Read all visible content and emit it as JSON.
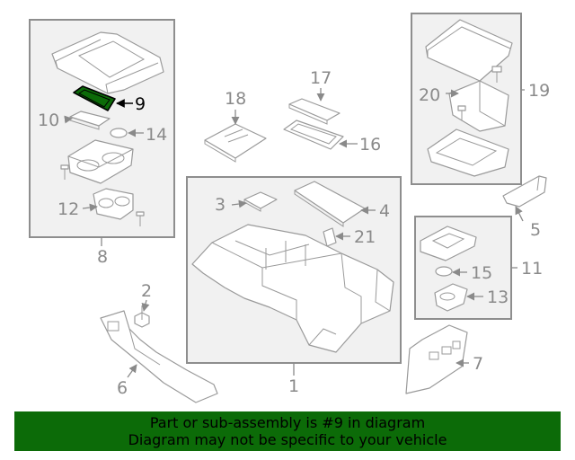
{
  "callouts": {
    "c1": "1",
    "c2": "2",
    "c3": "3",
    "c4": "4",
    "c5": "5",
    "c6": "6",
    "c7": "7",
    "c8": "8",
    "c9": "9",
    "c10": "10",
    "c11": "11",
    "c12": "12",
    "c13": "13",
    "c14": "14",
    "c15": "15",
    "c16": "16",
    "c17": "17",
    "c18": "18",
    "c19": "19",
    "c20": "20",
    "c21": "21"
  },
  "highlighted_part": "9",
  "colors": {
    "highlight": "#0c6b08",
    "footer_bg": "#0c6b08",
    "line": "#8a8a8a"
  },
  "footer": {
    "line1": "Part or sub-assembly is #9 in diagram",
    "line2": "Diagram may not be specific to your vehicle"
  }
}
